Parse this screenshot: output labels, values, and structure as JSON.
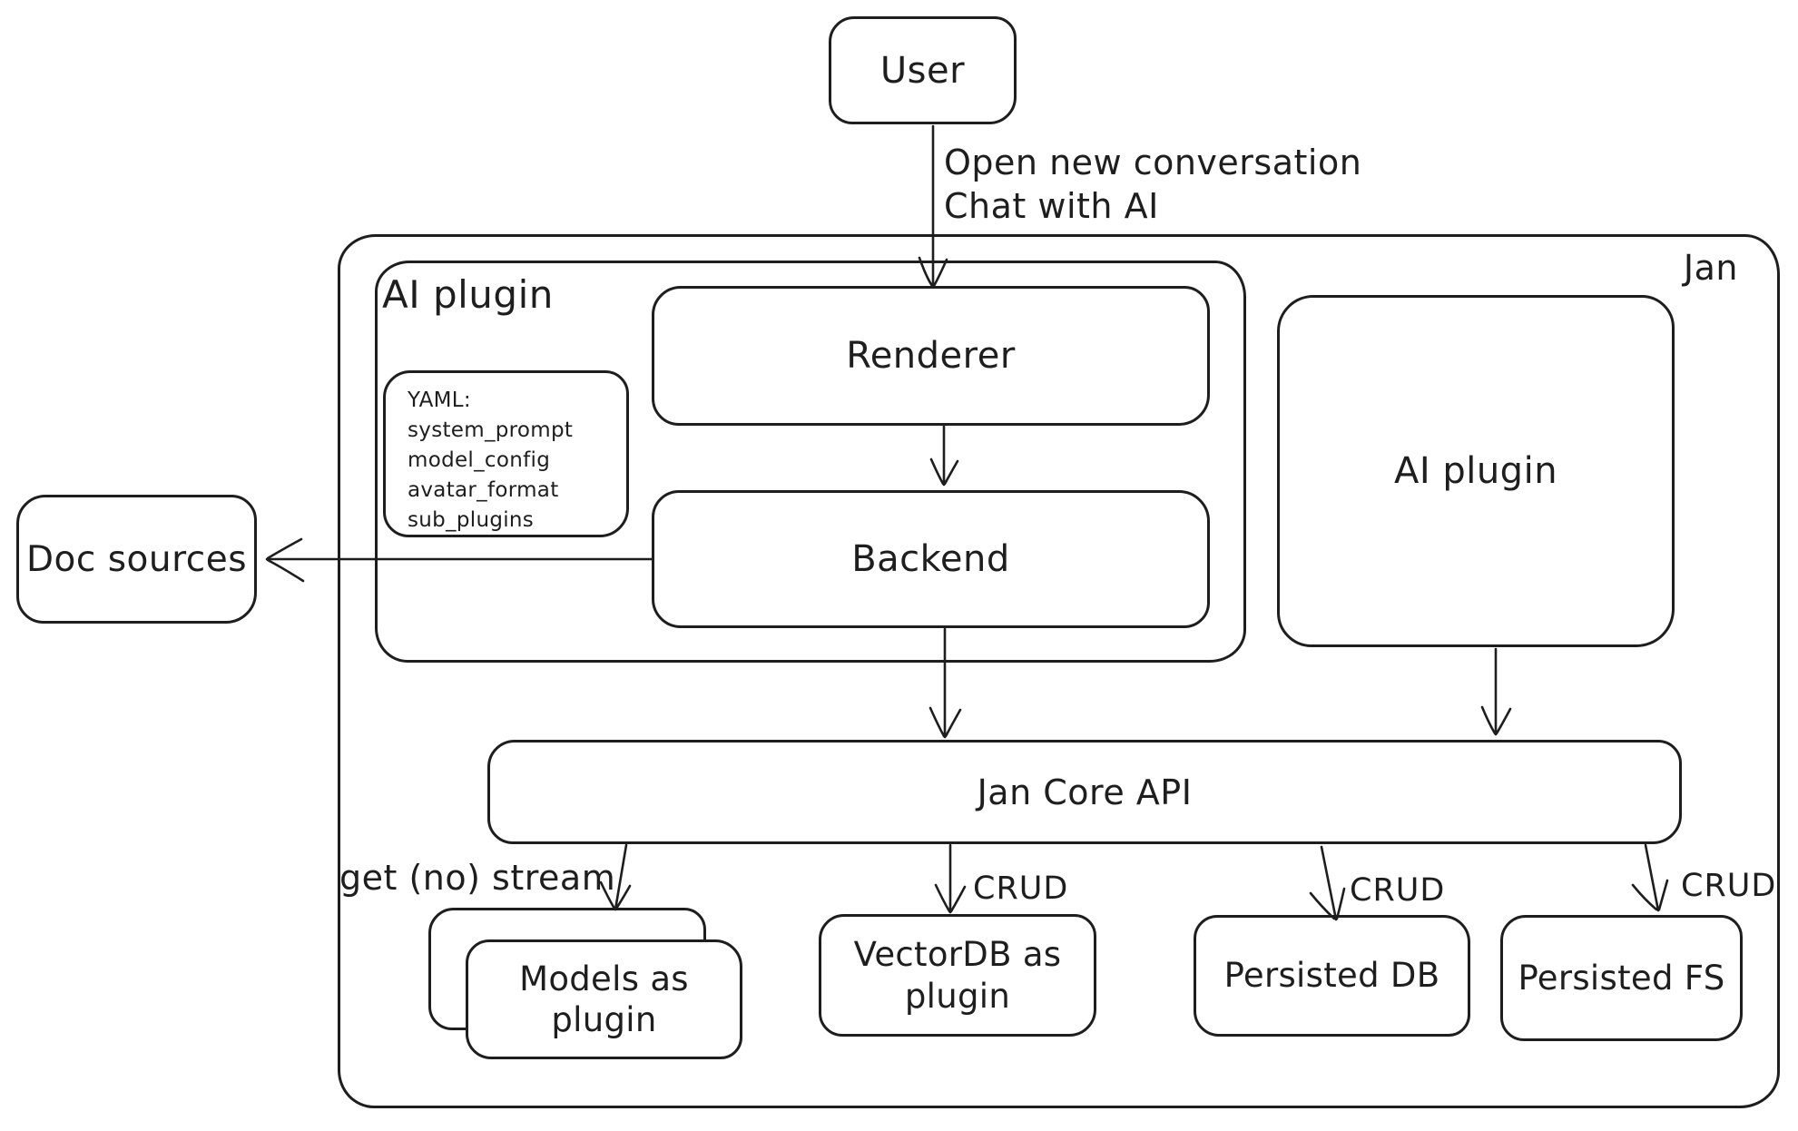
{
  "colors": {
    "stroke": "#1e1e1e",
    "background": "#ffffff"
  },
  "nodes": {
    "user": "User",
    "jan": "Jan",
    "ai_plugin_container": "AI plugin",
    "renderer": "Renderer",
    "backend": "Backend",
    "ai_plugin": "AI plugin",
    "doc_sources": "Doc sources",
    "jan_core_api": "Jan Core API",
    "models": "Models as plugin",
    "vectordb": "VectorDB as plugin",
    "persisted_db": "Persisted DB",
    "persisted_fs": "Persisted FS"
  },
  "yaml": {
    "lines": [
      "YAML:",
      "system_prompt",
      "model_config",
      "avatar_format",
      "sub_plugins"
    ]
  },
  "edges": {
    "user_line1": "Open new conversation",
    "user_line2": "Chat with AI",
    "stream": "get (no) stream",
    "crud": "CRUD"
  }
}
